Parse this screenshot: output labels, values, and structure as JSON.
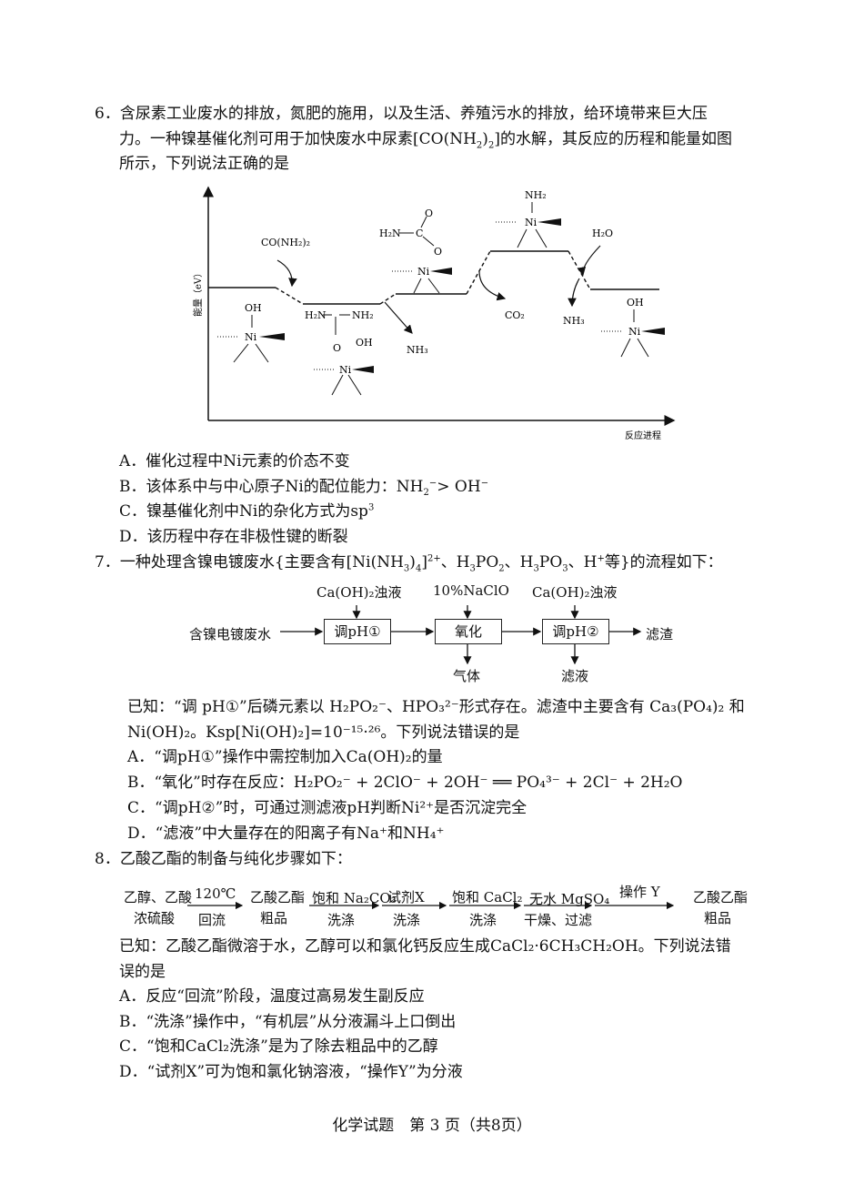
{
  "q6": {
    "num": "6．",
    "l1": "含尿素工业废水的排放，氮肥的施用，以及生活、养殖污水的排放，给环境带来巨大压",
    "l2a": "力。一种镍基催化剂可用于加快废水中尿素[CO(NH",
    "l2b": ")",
    "l2c": "]的水解，其反应的历程和能量如图",
    "l3": "所示，下列说法正确的是",
    "diagram": {
      "y_axis": "能量（eV）",
      "x_axis": "反应进程",
      "co_nh2_2": "CO(NH₂)₂",
      "oh": "OH",
      "ni": "Ni",
      "h2n": "H₂N",
      "nh2": "NH₂",
      "o": "O",
      "nh3": "NH₃",
      "co2": "CO₂",
      "h2o": "H₂O",
      "c": "C"
    },
    "A": "A．催化过程中Ni元素的价态不变",
    "B_a": "B．该体系中与中心原子Ni的配位能力：NH",
    "B_b": "> OH",
    "C_a": "C．镍基催化剂中Ni的杂化方式为sp",
    "D": "D．该历程中存在非极性键的断裂"
  },
  "q7": {
    "stem_a": "7．一种处理含镍电镀废水{主要含有[Ni(NH",
    "stem_b": ")",
    "stem_c": "]",
    "stem_d": "、H",
    "stem_e": "PO",
    "stem_f": "、H",
    "stem_g": "PO",
    "stem_h": "、H",
    "stem_i": "等}的流程如下：",
    "flow": {
      "input": "含镍电镀废水",
      "box1": "调pH①",
      "box2": "氧化",
      "box3": "调pH②",
      "top1": "Ca(OH)₂浊液",
      "top2": "10%NaClO",
      "top3": "Ca(OH)₂浊液",
      "bottom2": "气体",
      "bottom3": "滤液",
      "output": "滤渣"
    },
    "known1": "已知：“调 pH①”后磷元素以 H₂PO₂⁻、HPO₃²⁻形式存在。滤渣中主要含有 Ca₃(PO₄)₂ 和",
    "known2": "Ni(OH)₂。Ksp[Ni(OH)₂]=10⁻¹⁵·²⁶。下列说法错误的是",
    "A": "A．“调pH①”操作中需控制加入Ca(OH)₂的量",
    "B": "B．“氧化”时存在反应：H₂PO₂⁻ + 2ClO⁻ + 2OH⁻ ══ PO₄³⁻ + 2Cl⁻ + 2H₂O",
    "C": "C．“调pH②”时，可通过测滤液pH判断Ni²⁺是否沉淀完全",
    "D": "D．“滤液”中大量存在的阳离子有Na⁺和NH₄⁺"
  },
  "q8": {
    "stem": "8．乙酸乙酯的制备与纯化步骤如下：",
    "flow": {
      "s1a": "乙醇、乙酸",
      "s1b": "浓硫酸",
      "a1top": "120℃",
      "a1bot": "回流",
      "s2a": "乙酸乙酯",
      "s2b": "粗品",
      "a2top": "饱和 Na₂CO₃",
      "a2bot": "洗涤",
      "a3top": "试剂X",
      "a3bot": "洗涤",
      "a4top": "饱和 CaCl₂",
      "a4bot": "洗涤",
      "a5top": "无水 MgSO₄",
      "a5bot": "干燥、过滤",
      "a6top": "操作 Y",
      "s3a": "乙酸乙酯",
      "s3b": "粗品"
    },
    "known1": "已知：乙酸乙酯微溶于水，乙醇可以和氯化钙反应生成CaCl₂·6CH₃CH₂OH。下列说法错",
    "known2": "误的是",
    "A": "A．反应“回流”阶段，温度过高易发生副反应",
    "B": "B．“洗涤”操作中，“有机层”从分液漏斗上口倒出",
    "C": "C．“饱和CaCl₂洗涤”是为了除去粗品中的乙醇",
    "D": "D．“试剂X”可为饱和氯化钠溶液，“操作Y”为分液"
  },
  "footer": "化学试题　第 3 页（共8页）"
}
